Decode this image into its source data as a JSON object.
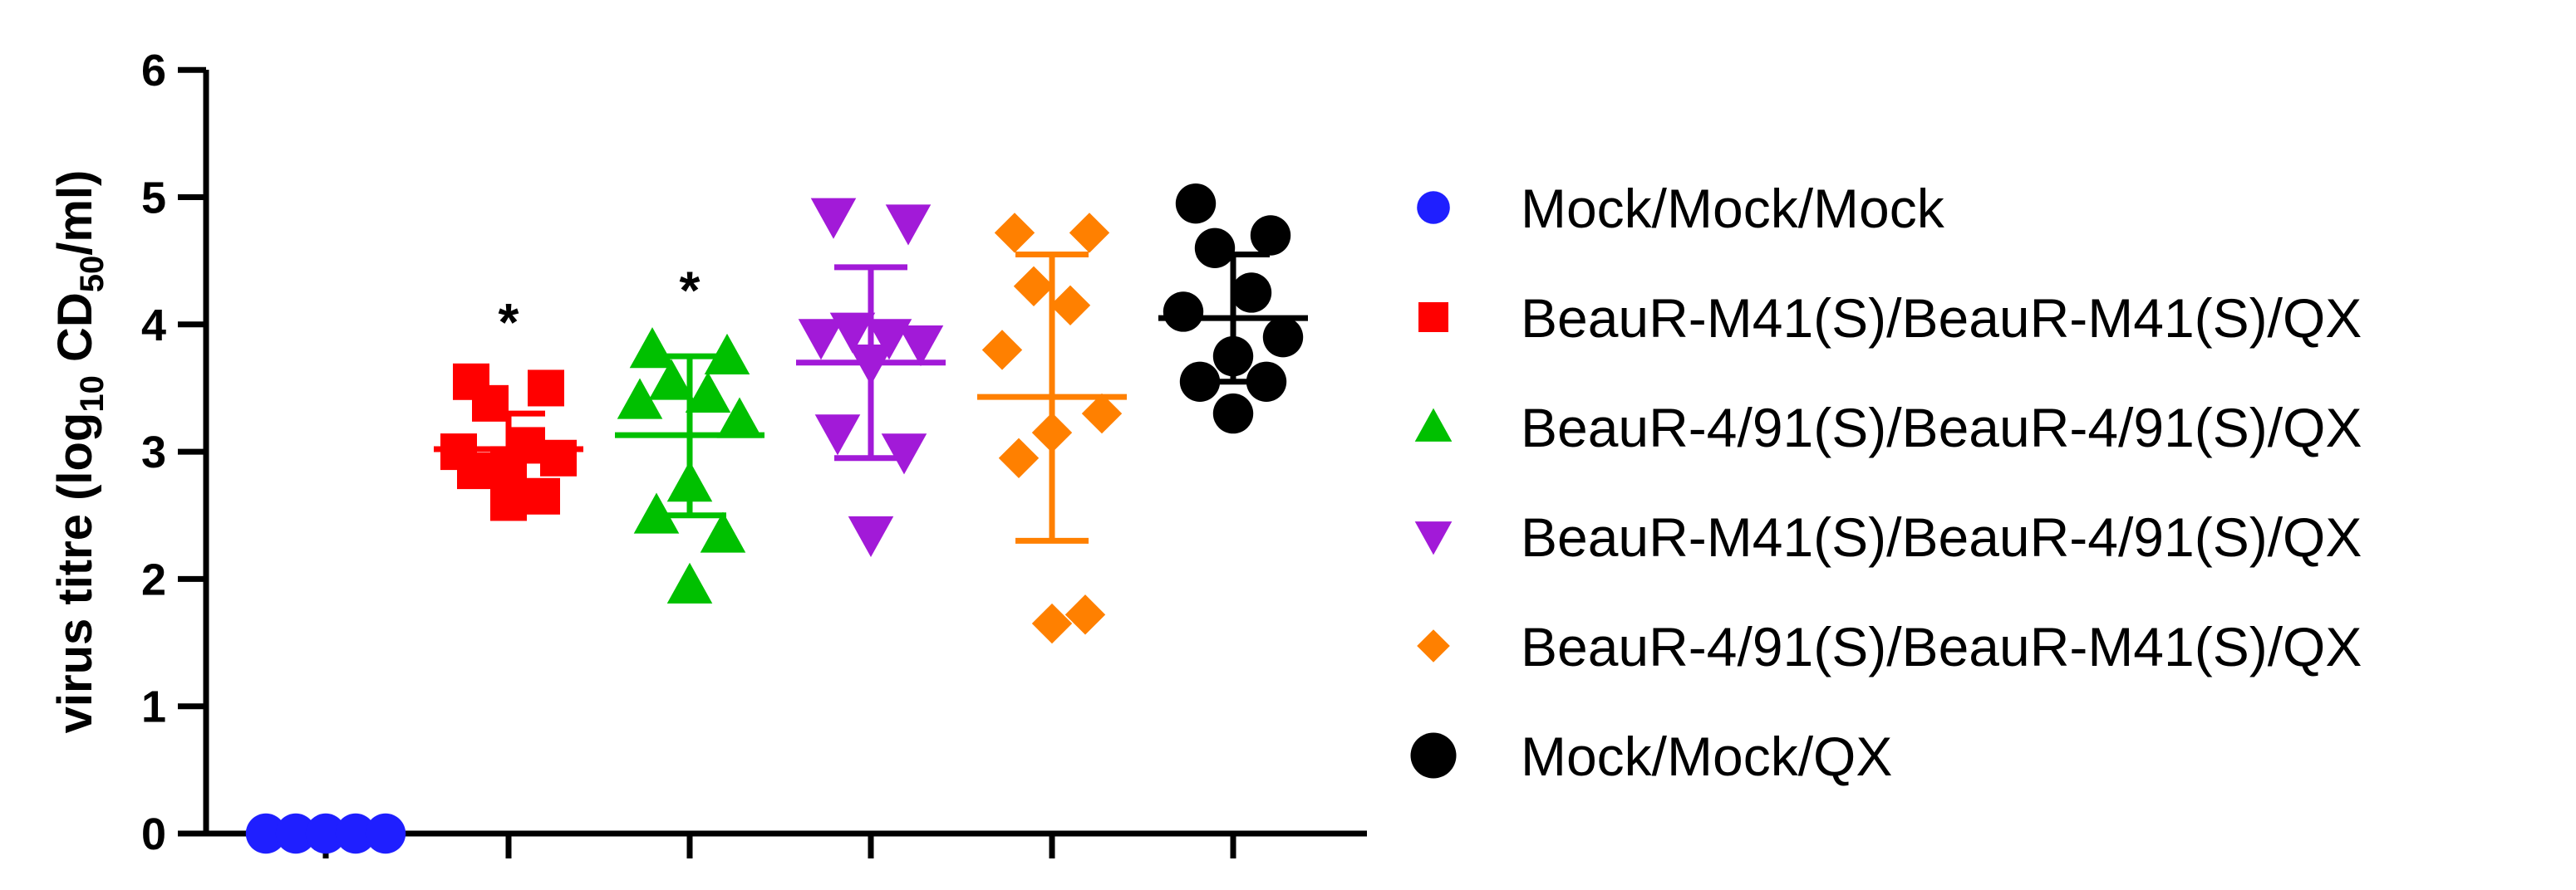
{
  "chart_data": {
    "type": "scatter",
    "ylabel": {
      "prefix": "virus titre (log",
      "sub1": "10",
      "mid": " CD",
      "sub2": "50",
      "suffix": "/ml)"
    },
    "ylim": [
      0,
      6
    ],
    "yticks": [
      "0",
      "1",
      "2",
      "3",
      "4",
      "5",
      "6"
    ],
    "grid": false,
    "legend_position": "right",
    "series": [
      {
        "name": "Mock/Mock/Mock",
        "color": "#1f1fff",
        "marker": "circle",
        "values": [
          0,
          0,
          0,
          0,
          0
        ],
        "mean": null,
        "sd_low": null,
        "sd_high": null,
        "annotation": ""
      },
      {
        "name": "BeauR-M41(S)/BeauR-M41(S)/QX",
        "color": "#ff0000",
        "marker": "square",
        "values": [
          3.55,
          3.5,
          3.38,
          3.05,
          3.0,
          2.95,
          2.9,
          2.85,
          2.65,
          2.6
        ],
        "mean": 3.02,
        "sd_low": 2.75,
        "sd_high": 3.3,
        "annotation": "*"
      },
      {
        "name": "BeauR-4/91(S)/BeauR-4/91(S)/QX",
        "color": "#00c000",
        "marker": "triangle-up",
        "values": [
          3.8,
          3.75,
          3.55,
          3.45,
          3.4,
          3.25,
          2.75,
          2.5,
          2.35,
          1.95
        ],
        "mean": 3.13,
        "sd_low": 2.5,
        "sd_high": 3.75,
        "annotation": "*"
      },
      {
        "name": "BeauR-M41(S)/BeauR-4/91(S)/QX",
        "color": "#a21ad8",
        "marker": "triangle-down",
        "values": [
          4.85,
          4.8,
          3.95,
          3.9,
          3.9,
          3.85,
          3.7,
          3.15,
          3.0,
          2.35
        ],
        "mean": 3.7,
        "sd_low": 2.95,
        "sd_high": 4.45,
        "annotation": ""
      },
      {
        "name": "BeauR-4/91(S)/BeauR-M41(S)/QX",
        "color": "#ff8000",
        "marker": "diamond",
        "values": [
          4.72,
          4.72,
          4.3,
          4.15,
          3.8,
          3.3,
          3.15,
          2.95,
          1.72,
          1.65
        ],
        "mean": 3.43,
        "sd_low": 2.3,
        "sd_high": 4.55,
        "annotation": ""
      },
      {
        "name": "Mock/Mock/QX",
        "color": "#000000",
        "marker": "circle",
        "values": [
          4.95,
          4.7,
          4.6,
          4.25,
          4.1,
          3.9,
          3.75,
          3.55,
          3.55,
          3.3
        ],
        "mean": 4.05,
        "sd_low": 3.55,
        "sd_high": 4.55,
        "annotation": ""
      }
    ]
  }
}
